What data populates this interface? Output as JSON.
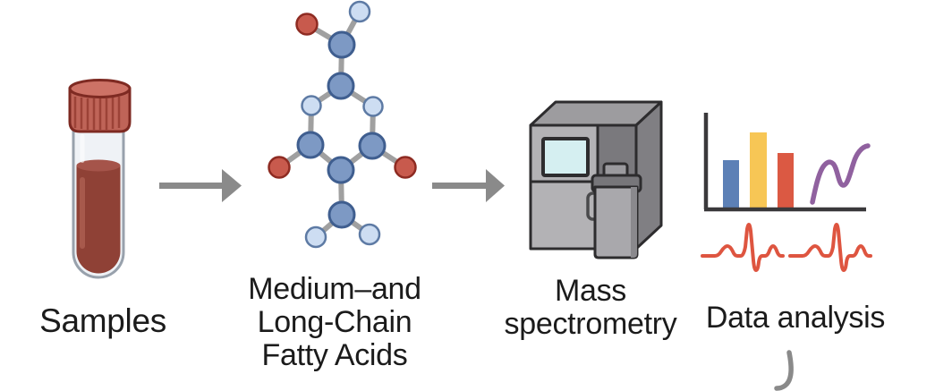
{
  "diagram": {
    "background_color": "#ffffff",
    "text_color": "#1b1b1b",
    "arrow_color": "#8a8a8a",
    "steps": [
      {
        "id": "samples",
        "icon": "blood-sample-tube-icon",
        "label": "Samples"
      },
      {
        "id": "medium-long-chain-fatty-acids",
        "icon": "fatty-acid-molecule-icon",
        "label_lines": [
          "Medium–and",
          "Long-Chain",
          "Fatty Acids"
        ]
      },
      {
        "id": "mass-spectrometry",
        "icon": "mass-spectrometer-icon",
        "label_lines": [
          "Mass",
          "spectrometry"
        ]
      },
      {
        "id": "data-analysis",
        "icon": "data-charts-icon",
        "label": "Data analysis"
      }
    ],
    "icons": {
      "tube": {
        "cap_color": "#bf6458",
        "cap_top_color": "#cd7266",
        "cap_outline": "#7e2a22",
        "cap_ridge_color": "#9c4237",
        "glass_color": "#eff2f6",
        "glass_outline": "#98a1ac",
        "blood_color": "#8f4136",
        "blood_surface_color": "#a5544a",
        "blood_highlight_color": "#aa5c4f"
      },
      "molecule": {
        "carbon_color": "#7d99c4",
        "carbon_outline": "#3f5e8f",
        "hydrogen_color": "#cdddf2",
        "hydrogen_outline": "#5d7aa4",
        "oxygen_color": "#c85a4d",
        "oxygen_outline": "#8e2b22",
        "bond_color": "#a0a0a0"
      },
      "spectrometer": {
        "front_color": "#b3b2b5",
        "panel_color": "#7a797d",
        "top_color": "#9d9c9f",
        "side_color": "#807f83",
        "module_color": "#a9a8ac",
        "module_side_color": "#8a898d",
        "lid_color": "#77767a",
        "top_box_color": "#9b9a9e",
        "screen_color": "#d5eff1",
        "outline_color": "#2d2c2e",
        "handle_color": "#4a4a4c"
      },
      "charts": {
        "axis_color": "#3a393b",
        "bar_colors": [
          "#5c80b6",
          "#f7c655",
          "#db5943"
        ],
        "bar_heights_relative": [
          0.5,
          0.78,
          0.57
        ],
        "curve_color": "#90619f",
        "ecg_color": "#de5540",
        "corner_mark_color": "#8a8a8a"
      }
    }
  }
}
